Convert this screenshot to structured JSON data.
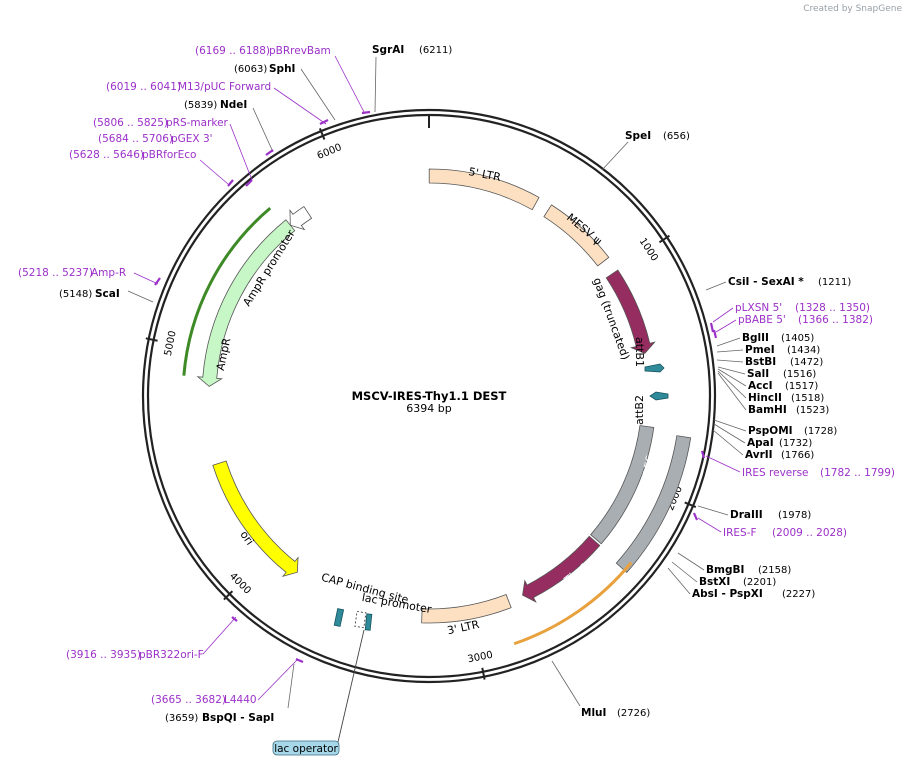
{
  "watermark": "Created by SnapGene",
  "plasmid": {
    "name": "MSCV-IRES-Thy1.1 DEST",
    "length_label": "6394 bp",
    "length": 6394
  },
  "colors": {
    "primer": "#9b30c8",
    "ltr": "#fde0c2",
    "gag": "#962d61",
    "thy1": "#962d61",
    "ires": "#a9aeb3",
    "ampr": "#c7f7c7",
    "ori": "#ffff00",
    "att": "#2f8a9a",
    "orange": "#e8a13c"
  },
  "ticks": [
    {
      "label": "1000",
      "bp": 1000
    },
    {
      "label": "2000",
      "bp": 2000
    },
    {
      "label": "3000",
      "bp": 3000
    },
    {
      "label": "4000",
      "bp": 4000
    },
    {
      "label": "5000",
      "bp": 5000
    },
    {
      "label": "6000",
      "bp": 6000
    }
  ],
  "features": [
    {
      "id": "ltr5",
      "label": "5' LTR",
      "start": 1,
      "end": 515,
      "color": "ltr",
      "dir": 0,
      "ring": 2
    },
    {
      "id": "mesv",
      "label": "MESV ψ",
      "start": 580,
      "end": 930,
      "color": "ltr",
      "dir": 0,
      "ring": 2
    },
    {
      "id": "gag",
      "label": "gag (truncated)",
      "start": 1000,
      "end": 1400,
      "color": "gag",
      "dir": 1,
      "ring": 2
    },
    {
      "id": "ires1",
      "label": "IRES",
      "start": 1740,
      "end": 2320,
      "color": "ires",
      "dir": 0,
      "ring": 2
    },
    {
      "id": "thy11",
      "label": "Thy1.1",
      "start": 2330,
      "end": 2750,
      "color": "thy1",
      "dir": 1,
      "ring": 2
    },
    {
      "id": "ltr3",
      "label": "3' LTR",
      "start": 2820,
      "end": 3230,
      "color": "ltr",
      "dir": 0,
      "ring": 2
    },
    {
      "id": "ori",
      "label": "ori",
      "start": 3850,
      "end": 4480,
      "color": "ori",
      "dir": -1,
      "ring": 2
    },
    {
      "id": "ampr",
      "label": "AmpR",
      "start": 4840,
      "end": 5700,
      "color": "ampr",
      "dir": -1,
      "ring": 2
    },
    {
      "id": "amprprom",
      "label": "AmpR promoter",
      "start": 5700,
      "end": 5800,
      "color": "white",
      "dir": -1,
      "ring": 2
    },
    {
      "id": "ires2",
      "label": "IRES",
      "start": 1760,
      "end": 2340,
      "color": "ires",
      "dir": 0,
      "ring": 3
    }
  ],
  "feature_labels": {
    "attB1": "attB1",
    "attB2": "attB2",
    "cap": "CAP binding site",
    "lacprom": "lac promoter",
    "lacop": "lac operator",
    "ampr_prom": "AmpR promoter"
  },
  "sites": [
    {
      "name": "SgrAI",
      "coord": "(6211)"
    },
    {
      "name": "SphI",
      "coord": "(6063)"
    },
    {
      "name": "NdeI",
      "coord": "(5839)"
    },
    {
      "name": "ScaI",
      "coord": "(5148)"
    },
    {
      "name": "SpeI",
      "coord": "(656)"
    },
    {
      "name": "CsiI - SexAI *",
      "coord": "(1211)"
    },
    {
      "name": "BglII",
      "coord": "(1405)"
    },
    {
      "name": "PmeI",
      "coord": "(1434)"
    },
    {
      "name": "BstBI",
      "coord": "(1472)"
    },
    {
      "name": "SalI",
      "coord": "(1516)"
    },
    {
      "name": "AccI",
      "coord": "(1517)"
    },
    {
      "name": "HincII",
      "coord": "(1518)"
    },
    {
      "name": "BamHI",
      "coord": "(1523)"
    },
    {
      "name": "PspOMI",
      "coord": "(1728)"
    },
    {
      "name": "ApaI",
      "coord": "(1732)"
    },
    {
      "name": "AvrII",
      "coord": "(1766)"
    },
    {
      "name": "DraIII",
      "coord": "(1978)"
    },
    {
      "name": "BmgBI",
      "coord": "(2158)"
    },
    {
      "name": "BstXI",
      "coord": "(2201)"
    },
    {
      "name": "AbsI - PspXI",
      "coord": "(2227)"
    },
    {
      "name": "MluI",
      "coord": "(2726)"
    },
    {
      "name": "BspQI - SapI",
      "coord": "(3659)"
    }
  ],
  "primers": [
    {
      "name": "pBRrevBam",
      "coord": "(6169 .. 6188)"
    },
    {
      "name": "M13/pUC Forward",
      "coord": "(6019 .. 6041)"
    },
    {
      "name": "pRS-marker",
      "coord": "(5806 .. 5825)"
    },
    {
      "name": "pGEX 3'",
      "coord": "(5684 .. 5706)"
    },
    {
      "name": "pBRforEco",
      "coord": "(5628 .. 5646)"
    },
    {
      "name": "Amp-R",
      "coord": "(5218 .. 5237)"
    },
    {
      "name": "pLXSN 5'",
      "coord": "(1328 .. 1350)"
    },
    {
      "name": "pBABE 5'",
      "coord": "(1366 .. 1382)"
    },
    {
      "name": "IRES reverse",
      "coord": "(1782 .. 1799)"
    },
    {
      "name": "IRES-F",
      "coord": "(2009 .. 2028)"
    },
    {
      "name": "pBR322ori-F",
      "coord": "(3916 .. 3935)"
    },
    {
      "name": "L4440",
      "coord": "(3665 .. 3682)"
    }
  ]
}
